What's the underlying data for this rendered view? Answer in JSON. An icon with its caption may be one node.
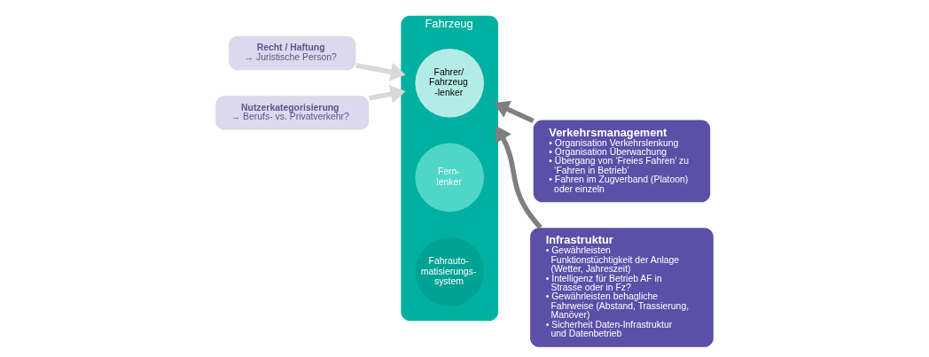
{
  "diagram": {
    "nodes": [
      {
        "text": [
          "Recht / Haftung",
          "→ Juristische Person?"
        ]
      },
      {
        "text": [
          "Nutzerkategorisierung",
          "→ Berufs- vs. Privatverkehr?"
        ]
      },
      {
        "text": [
          "Fahrzeug"
        ]
      },
      {
        "text": [
          "Fahrer/ Fahrzeug -lenker"
        ],
        "in": 2
      },
      {
        "text": [
          "Fern- lenker"
        ],
        "in": 2
      },
      {
        "text": [
          "Fahrauto- matisierungs- system"
        ],
        "in": 2
      },
      {
        "text": [
          "Verkehrsmanagement",
          "• Organisation Verkehrslenkung",
          "• Organisation Überwachung",
          "• Übergang von ‘Freies Fahren’ zu ‘Fahren in Betrieb’",
          "• Fahren im Zugverband (Platoon) oder einzeln"
        ]
      },
      {
        "text": [
          "Infrastruktur",
          "• Gewährleisten Funktionstüchtigkeit der Anlage (Wetter, Jahreszeit)",
          "• Intelligenz für Betrieb AF in Strasse oder in Fz?",
          "• Gewährleisten behagliche Fahrweise (Abstand, Trassierung, Manöver)",
          "• Sicherheit Daten-Infrastruktur und Datenbetrieb"
        ]
      }
    ],
    "edges": [
      {
        "from": 0,
        "to": 2,
        "arrow": "to",
        "color": "#d9d9d9"
      },
      {
        "from": 1,
        "to": 2,
        "arrow": "to",
        "color": "#d9d9d9"
      },
      {
        "from": 6,
        "to": 2,
        "arrow": "to",
        "color": "#7f7f7f"
      },
      {
        "from": 7,
        "to": 2,
        "arrow": "to",
        "color": "#7f7f7f"
      }
    ]
  }
}
